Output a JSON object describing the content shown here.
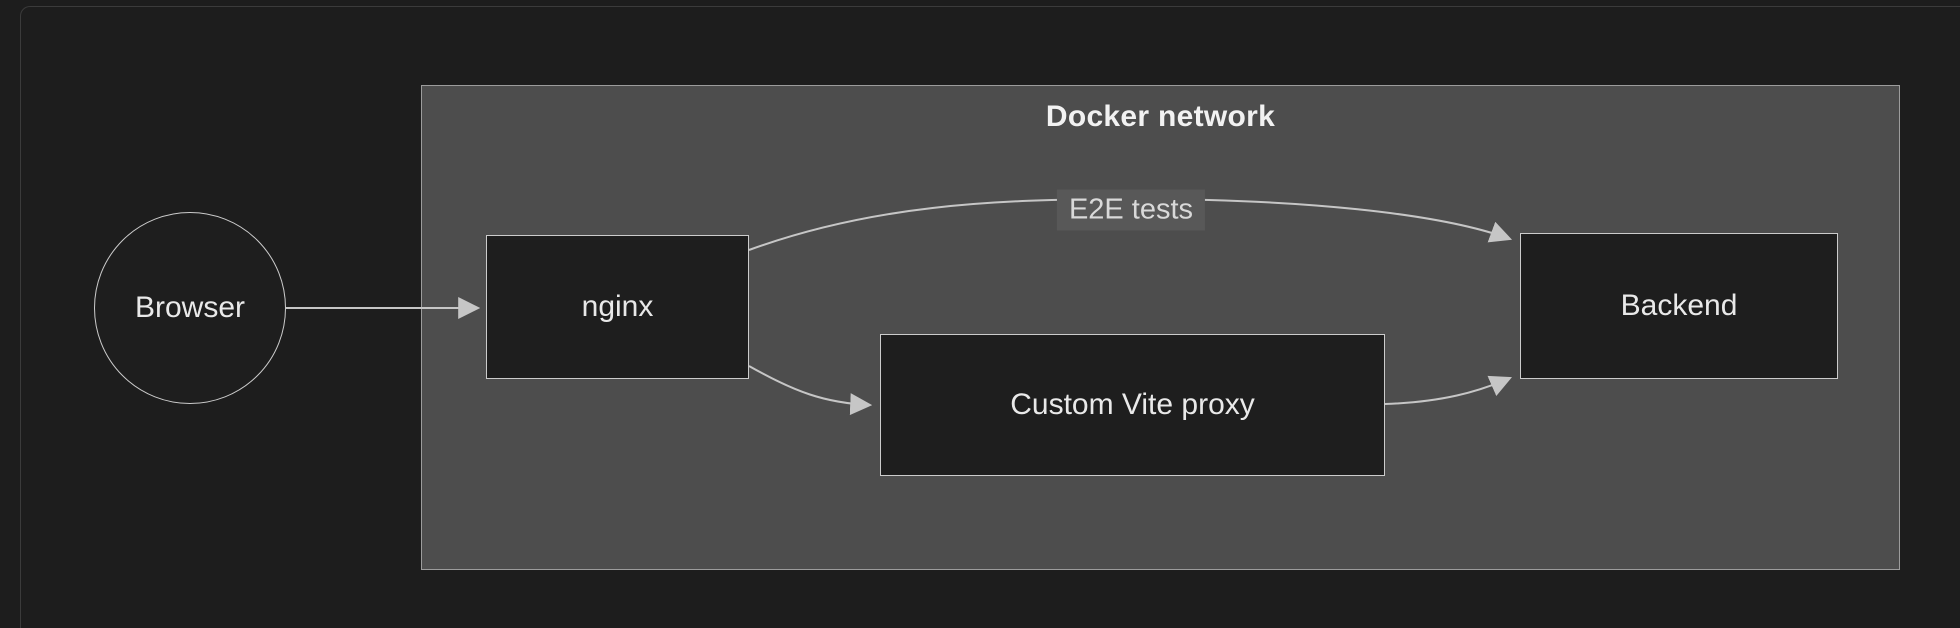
{
  "diagram": {
    "cluster_label": "Docker network",
    "nodes": {
      "browser": {
        "label": "Browser",
        "shape": "circle"
      },
      "nginx": {
        "label": "nginx",
        "shape": "rect"
      },
      "vite_proxy": {
        "label": "Custom Vite proxy",
        "shape": "rect"
      },
      "backend": {
        "label": "Backend",
        "shape": "rect"
      }
    },
    "edges": [
      {
        "from": "Browser",
        "to": "nginx",
        "label": ""
      },
      {
        "from": "nginx",
        "to": "Backend",
        "label": "E2E tests"
      },
      {
        "from": "nginx",
        "to": "Custom Vite proxy",
        "label": ""
      },
      {
        "from": "Custom Vite proxy",
        "to": "Backend",
        "label": ""
      }
    ],
    "colors": {
      "background": "#1d1d1d",
      "panel_border": "#3b3b3b",
      "cluster_fill": "#4d4d4d",
      "cluster_border": "#9c9c9c",
      "node_fill": "#1e1e1e",
      "node_border": "#cccccc",
      "text": "#e9e9e9",
      "title": "#f2f2f2",
      "arrow": "#c6c6c6",
      "edge_label_bg": "#585858",
      "edge_label_text": "#d9d9d9"
    }
  }
}
